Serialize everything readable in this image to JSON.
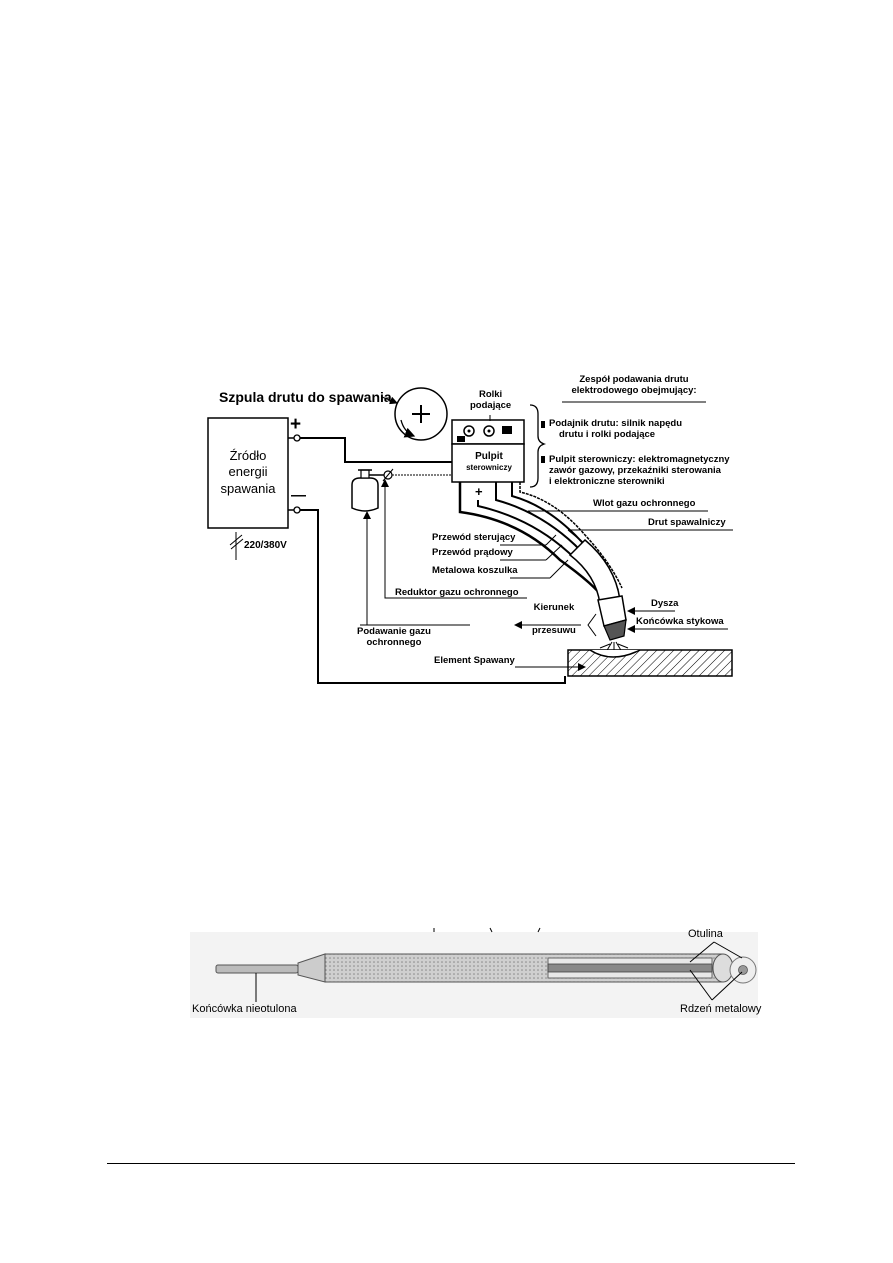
{
  "welding_diagram": {
    "spool_label": "Szpula drutu do spawania",
    "rollers_label_1": "Rolki",
    "rollers_label_2": "podające",
    "panel_label_1": "Pulpit",
    "panel_label_2": "sterowniczy",
    "source_label_1": "Źródło",
    "source_label_2": "energii",
    "source_label_3": "spawania",
    "plus_sign": "+",
    "minus_sign": "—",
    "panel_plus": "+",
    "voltage_label": "220/380V",
    "feeder_title_1": "Zespół podawania drutu",
    "feeder_title_2": "elektrodowego obejmujący:",
    "feeder_item_1a": "Podajnik drutu: silnik napędu",
    "feeder_item_1b": "drutu i rolki podające",
    "feeder_item_2a": "Pulpit sterowniczy: elektromagnetyczny",
    "feeder_item_2b": "zawór gazowy, przekaźniki sterowania",
    "feeder_item_2c": "i elektroniczne sterowniki",
    "gas_inlet": "Wlot gazu ochronnego",
    "welding_wire": "Drut spawalniczy",
    "control_cable": "Przewód sterujący",
    "power_cable": "Przewód prądowy",
    "metal_sheath": "Metalowa koszulka",
    "gas_reducer": "Reduktor gazu ochronnego",
    "gas_supply_1": "Podawanie gazu",
    "gas_supply_2": "ochronnego",
    "travel_dir_1": "Kierunek",
    "travel_dir_2": "przesuwu",
    "nozzle": "Dysza",
    "contact_tip": "Końcówka stykowa",
    "workpiece": "Element Spawany"
  },
  "electrode_diagram": {
    "coating": "Otulina",
    "bare_tip": "Końcówka nieotulona",
    "metal_core": "Rdzeń metalowy"
  }
}
